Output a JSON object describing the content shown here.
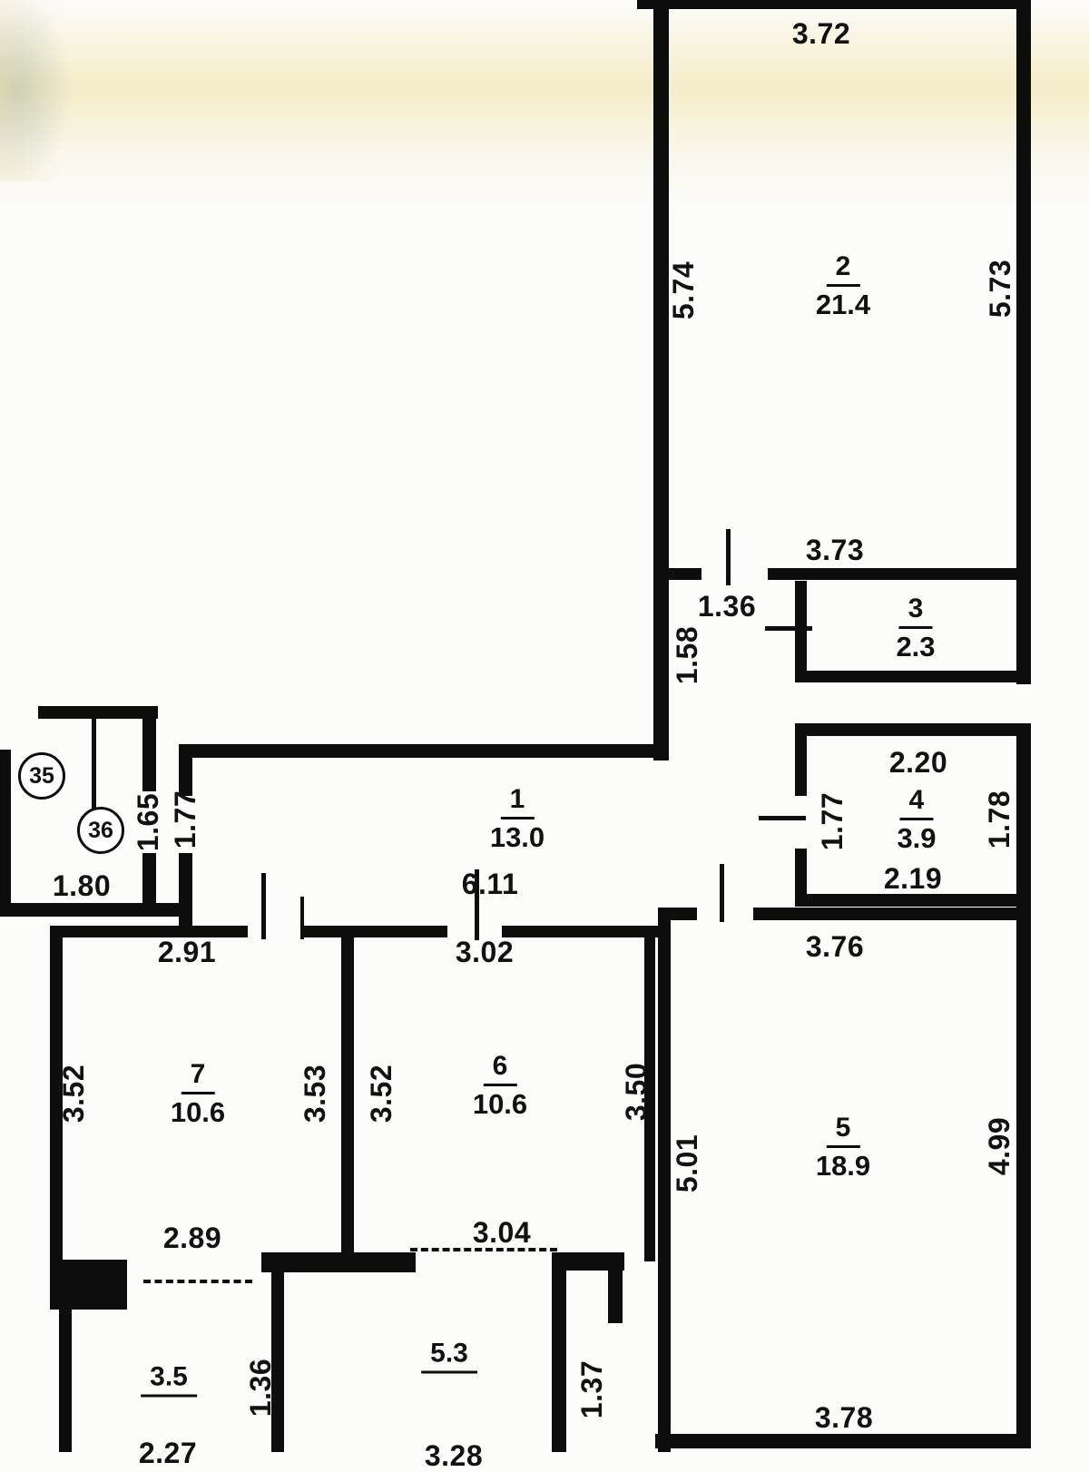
{
  "plan": {
    "colors": {
      "wall": "#0d0d0d",
      "tint_yellow": "#f2e2a0",
      "tint_blue": "#c3d8ee"
    },
    "badges": [
      {
        "label": "35"
      },
      {
        "label": "36"
      }
    ],
    "rooms": [
      {
        "num": "1",
        "area": "13.0"
      },
      {
        "num": "2",
        "area": "21.4"
      },
      {
        "num": "3",
        "area": "2.3"
      },
      {
        "num": "4",
        "area": "3.9"
      },
      {
        "num": "5",
        "area": "18.9"
      },
      {
        "num": "6",
        "area": "10.6"
      },
      {
        "num": "7",
        "area": "10.6"
      }
    ],
    "zones": [
      {
        "label": "3.5"
      },
      {
        "label": "5.3"
      }
    ],
    "dims": {
      "room2_top": "3.72",
      "room2_left": "5.74",
      "room2_right": "5.73",
      "room2_bottom": "3.73",
      "hall_door": "1.36",
      "hall_depth": "1.58",
      "room4_top": "2.20",
      "room4_left": "1.77",
      "room4_right": "1.78",
      "room4_bottom": "2.19",
      "room1_width": "6.11",
      "appendix_door1": "1.65",
      "appendix_door2": "1.77",
      "appendix_width": "1.80",
      "room7_top": "2.91",
      "room6_top": "3.02",
      "room5_top": "3.76",
      "room7_left": "3.52",
      "room7_right": "3.53",
      "room6_left": "3.52",
      "room6_right": "3.50",
      "room5_left": "5.01",
      "room5_right": "4.99",
      "room7_bottom": "2.89",
      "room6_bottom": "3.04",
      "room5_bottom": "3.78",
      "balc1_height": "1.36",
      "balc2_height": "1.37",
      "balc1_width": "2.27",
      "balc2_width": "3.28"
    }
  }
}
